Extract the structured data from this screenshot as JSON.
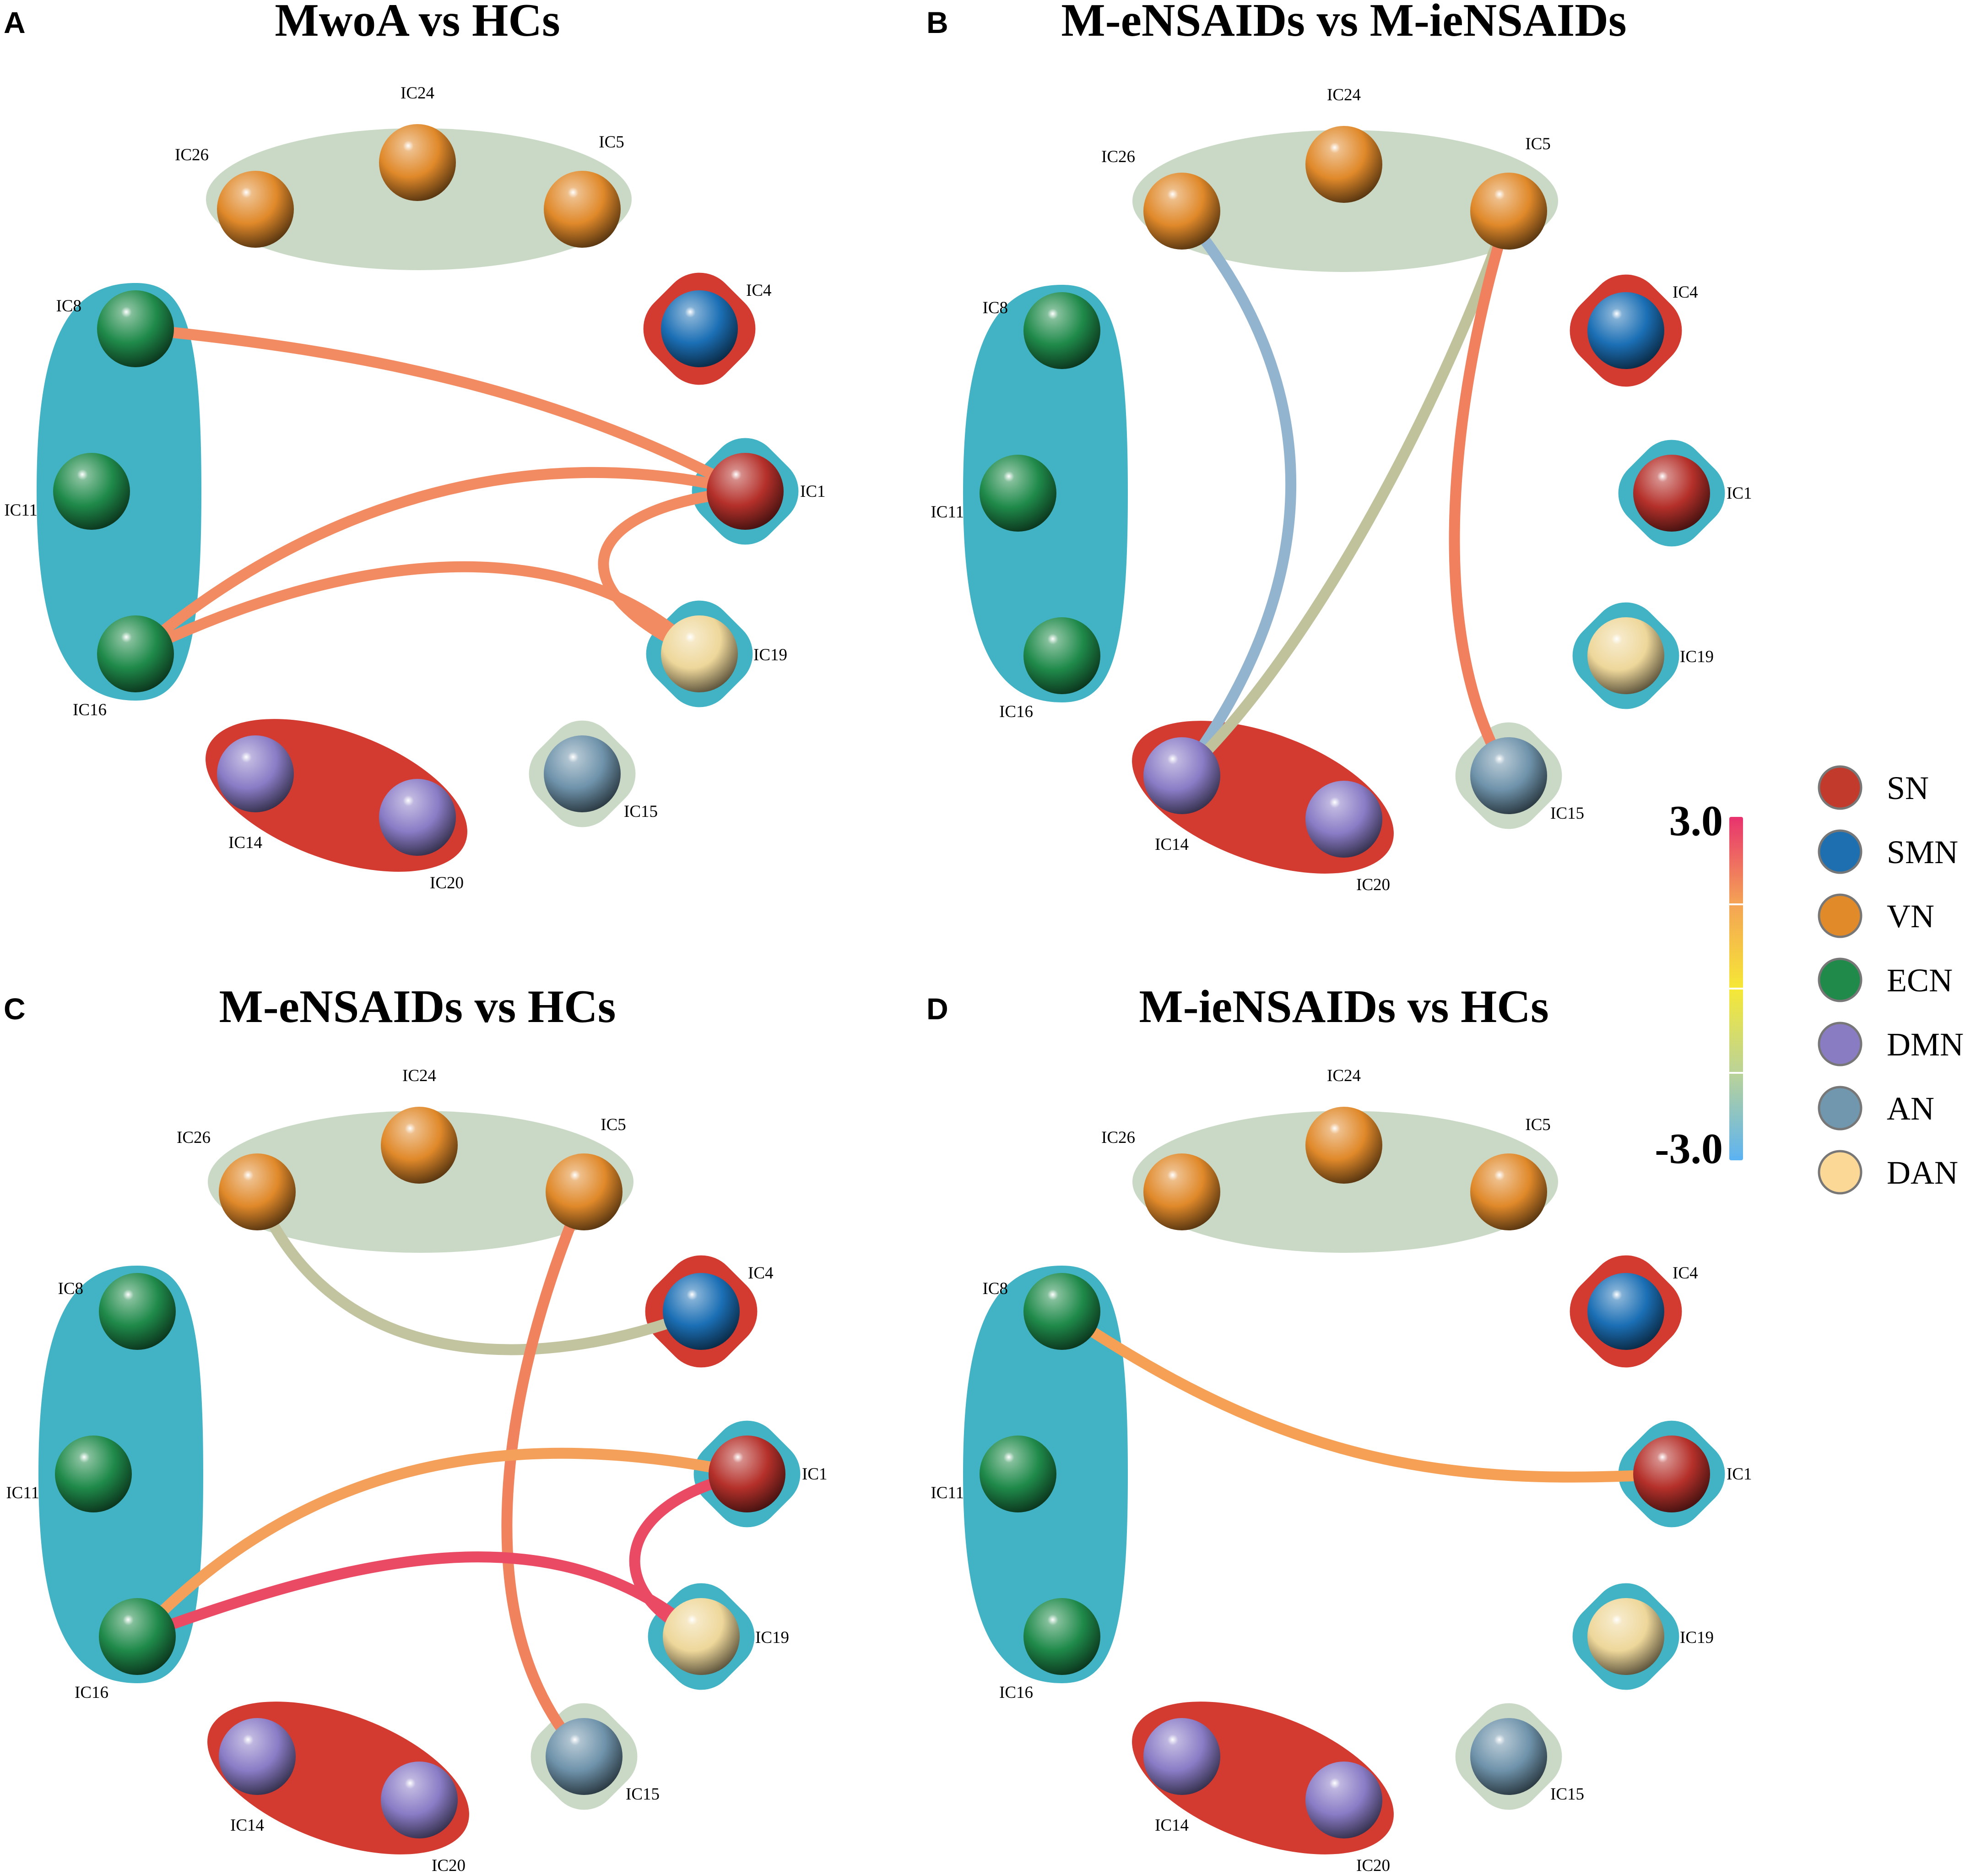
{
  "panels": [
    {
      "letter": "A",
      "title": "MwoA vs HCs",
      "connections": [
        {
          "from": "IC8",
          "to": "IC1",
          "color": "#f28b62"
        },
        {
          "from": "IC16",
          "to": "IC1",
          "color": "#f28b62"
        },
        {
          "from": "IC16",
          "to": "IC19",
          "color": "#f28b62"
        },
        {
          "from": "IC1",
          "to": "IC19",
          "color": "#f28b62"
        }
      ]
    },
    {
      "letter": "B",
      "title": "M-eNSAIDs vs M-ieNSAIDs",
      "connections": [
        {
          "from": "IC26",
          "to": "IC14",
          "color": "#93b4cf"
        },
        {
          "from": "IC5",
          "to": "IC14",
          "color": "#bfc29a"
        },
        {
          "from": "IC5",
          "to": "IC15",
          "color": "#f0805e"
        }
      ]
    },
    {
      "letter": "C",
      "title": "M-eNSAIDs vs HCs",
      "connections": [
        {
          "from": "IC26",
          "to": "IC4",
          "color": "#c2c4a0"
        },
        {
          "from": "IC5",
          "to": "IC15",
          "color": "#f0825e"
        },
        {
          "from": "IC16",
          "to": "IC1",
          "color": "#f5a05a"
        },
        {
          "from": "IC16",
          "to": "IC19",
          "color": "#ea4a64"
        },
        {
          "from": "IC1",
          "to": "IC19",
          "color": "#ea4a64"
        }
      ]
    },
    {
      "letter": "D",
      "title": "M-ieNSAIDs vs HCs",
      "connections": [
        {
          "from": "IC8",
          "to": "IC1",
          "color": "#f6a055"
        }
      ]
    }
  ],
  "nodes": [
    {
      "id": "IC24",
      "label": "IC24",
      "network": "VN"
    },
    {
      "id": "IC26",
      "label": "IC26",
      "network": "VN"
    },
    {
      "id": "IC5",
      "label": "IC5",
      "network": "VN"
    },
    {
      "id": "IC4",
      "label": "IC4",
      "network": "SMN"
    },
    {
      "id": "IC8",
      "label": "IC8",
      "network": "ECN"
    },
    {
      "id": "IC11",
      "label": "IC11",
      "network": "ECN"
    },
    {
      "id": "IC16",
      "label": "IC16",
      "network": "ECN"
    },
    {
      "id": "IC1",
      "label": "IC1",
      "network": "SN"
    },
    {
      "id": "IC19",
      "label": "IC19",
      "network": "DAN"
    },
    {
      "id": "IC14",
      "label": "IC14",
      "network": "DMN"
    },
    {
      "id": "IC20",
      "label": "IC20",
      "network": "DMN"
    },
    {
      "id": "IC15",
      "label": "IC15",
      "network": "AN"
    }
  ],
  "colorbar": {
    "max_label": "3.0",
    "min_label": "-3.0",
    "range": [
      -3.0,
      3.0
    ],
    "stops": [
      "#e8336e",
      "#f4a255",
      "#f6e836",
      "#b9d29a",
      "#5cb3f2"
    ]
  },
  "legend": [
    {
      "label": "SN",
      "color": "#c13a2c"
    },
    {
      "label": "SMN",
      "color": "#1d6fb0"
    },
    {
      "label": "VN",
      "color": "#e08a2a"
    },
    {
      "label": "ECN",
      "color": "#1f8a4a"
    },
    {
      "label": "DMN",
      "color": "#8a7cc2"
    },
    {
      "label": "AN",
      "color": "#7097ad"
    },
    {
      "label": "DAN",
      "color": "#fcd896"
    }
  ],
  "network_colors": {
    "VN": "#e0892a",
    "SMN": "#1b6fb5",
    "ECN": "#1f8a4a",
    "SN": "#b5302a",
    "DAN": "#eed79a",
    "DMN": "#8a7cc6",
    "AN": "#6f93ab"
  },
  "region_colors": {
    "vn_blob": "#cad9c6",
    "ecn_blob": "#41b3c4",
    "red_blob": "#d33a30",
    "teal_ring": "#41b3c4",
    "gray_ring": "#cad9c6"
  }
}
